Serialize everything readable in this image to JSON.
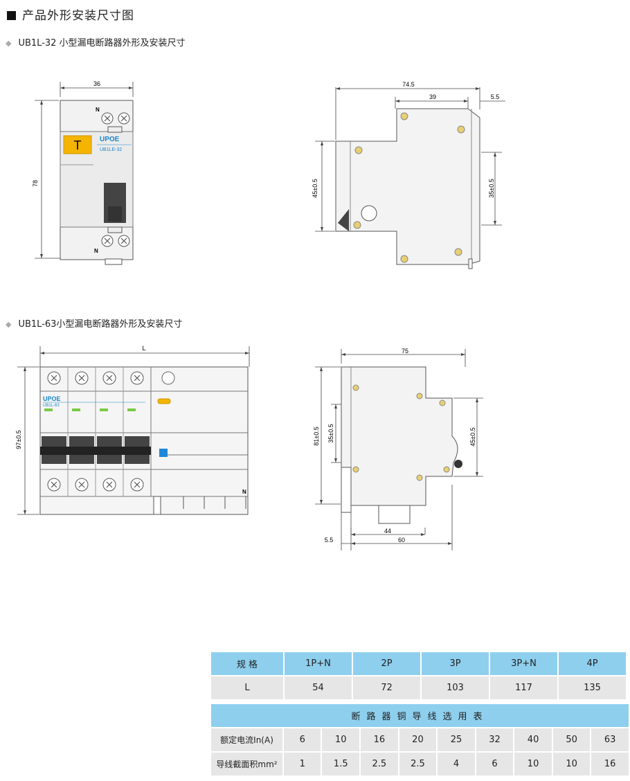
{
  "heading": "产品外形安装尺寸图",
  "section1": "UB1L-32  小型漏电断路器外形及安装尺寸",
  "section2": "UB1L-63小型漏电断路器外形及安装尺寸",
  "d1": {
    "width": "36",
    "height": "78",
    "n_top": "N",
    "n_bot": "N",
    "t_label": "T",
    "brand": "UPOE",
    "model": "UB1LE-32"
  },
  "d2": {
    "total": "74.5",
    "mid": "39",
    "right": "5.5",
    "h1": "45±0.5",
    "h2": "35±0.5"
  },
  "d3": {
    "L": "L",
    "height": "97±0.5",
    "brand": "UPOE",
    "model": "UB1L-63",
    "n": "N"
  },
  "d4": {
    "top": "75",
    "h1": "81±0.5",
    "h2": "35±0.5",
    "h3": "45±0.5",
    "b1": "44",
    "b2": "60",
    "b3": "5.5"
  },
  "table1": {
    "header": [
      "规  格",
      "1P+N",
      "2P",
      "3P",
      "3P+N",
      "4P"
    ],
    "row": [
      "L",
      "54",
      "72",
      "103",
      "117",
      "135"
    ]
  },
  "table2": {
    "title": "断路器铜导线选用表",
    "rows": [
      [
        "额定电流In(A)",
        "6",
        "10",
        "16",
        "20",
        "25",
        "32",
        "40",
        "50",
        "63"
      ],
      [
        "导线截面积mm²",
        "1",
        "1.5",
        "2.5",
        "2.5",
        "4",
        "6",
        "10",
        "10",
        "16"
      ]
    ]
  }
}
